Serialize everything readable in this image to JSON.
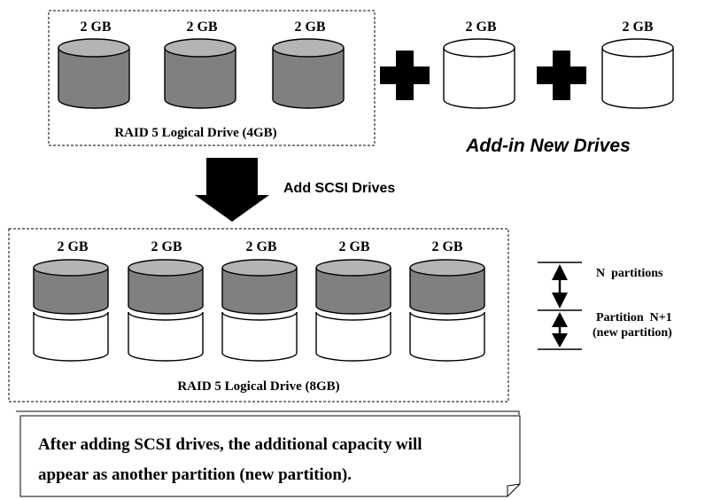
{
  "top_group": {
    "drive_labels": [
      "2 GB",
      "2 GB",
      "2 GB"
    ],
    "caption": "RAID 5 Logical Drive (4GB)"
  },
  "new_drives": {
    "drive_labels": [
      "2 GB",
      "2 GB"
    ],
    "caption": "Add-in New Drives"
  },
  "arrow_label": "Add SCSI Drives",
  "bottom_group": {
    "drive_labels": [
      "2 GB",
      "2 GB",
      "2 GB",
      "2 GB",
      "2 GB"
    ],
    "caption": "RAID 5 Logical Drive (8GB)"
  },
  "legend": {
    "n_partitions": "N  partitions",
    "partition_n1_line1": "Partition  N+1",
    "partition_n1_line2": "(new partition)"
  },
  "note": {
    "line1": "After adding SCSI drives, the additional capacity will",
    "line2": "appear as another partition (new partition)."
  },
  "colors": {
    "drive_fill": "#808080",
    "drive_top": "#b4b4b4",
    "new_drive_fill": "#ffffff",
    "outline": "#000000"
  }
}
